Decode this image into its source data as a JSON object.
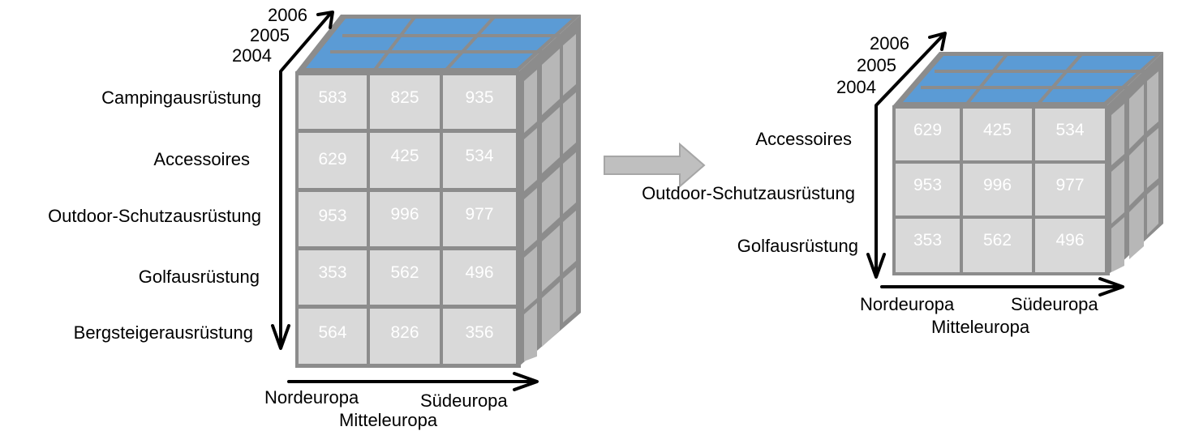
{
  "left_cube": {
    "years": [
      "2006",
      "2005",
      "2004"
    ],
    "rows": [
      {
        "label": "Campingausrüstung",
        "values": [
          "583",
          "825",
          "935"
        ]
      },
      {
        "label": "Accessoires",
        "values": [
          "629",
          "425",
          "534"
        ]
      },
      {
        "label": "Outdoor-Schutzausrüstung",
        "values": [
          "953",
          "996",
          "977"
        ]
      },
      {
        "label": "Golfausrüstung",
        "values": [
          "353",
          "562",
          "496"
        ]
      },
      {
        "label": "Bergsteigerausrüstung",
        "values": [
          "564",
          "826",
          "356"
        ]
      }
    ],
    "columns": [
      "Nordeuropa",
      "Mitteleuropa",
      "Südeuropa"
    ]
  },
  "right_cube": {
    "years": [
      "2006",
      "2005",
      "2004"
    ],
    "rows": [
      {
        "label": "Accessoires",
        "values": [
          "629",
          "425",
          "534"
        ]
      },
      {
        "label": "Outdoor-Schutzausrüstung",
        "values": [
          "953",
          "996",
          "977"
        ]
      },
      {
        "label": "Golfausrüstung",
        "values": [
          "353",
          "562",
          "496"
        ]
      }
    ],
    "columns": [
      "Nordeuropa",
      "Mitteleuropa",
      "Südeuropa"
    ]
  },
  "colors": {
    "top_face": "#5b9bd5",
    "frame": "#8c8c8c",
    "cell": "#d9d9d9",
    "side": "#a6a6a6",
    "arrow": "#bfbfbf"
  }
}
